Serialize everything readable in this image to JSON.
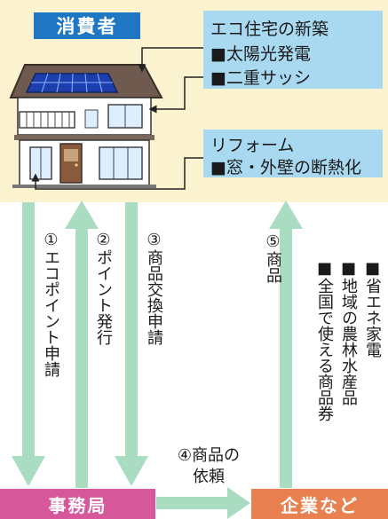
{
  "consumer": {
    "label": "消費者"
  },
  "eco_housing": {
    "title": "エコ住宅の新築",
    "items": [
      "■太陽光発電",
      "■二重サッシ"
    ]
  },
  "reform": {
    "title": "リフォーム",
    "items": [
      "■窓・外壁の断熱化"
    ]
  },
  "flows": {
    "step1": "①エコポイント申請",
    "step2": "②ポイント発行",
    "step3": "③商品交換申請",
    "step4_line1": "④商品の",
    "step4_line2": "依頼",
    "step5": "⑤商品"
  },
  "products": [
    "■省エネ家電",
    "■地域の農林水産品",
    "■全国で使える商品券"
  ],
  "office": {
    "label": "事務局"
  },
  "company": {
    "label": "企業など"
  },
  "colors": {
    "consumer_panel": "#fbf2cf",
    "consumer_label": "#1f77c4",
    "info_box": "#a9d9f1",
    "arrow": "#a9dcc0",
    "office": "#d6589a",
    "company": "#e8814f"
  }
}
